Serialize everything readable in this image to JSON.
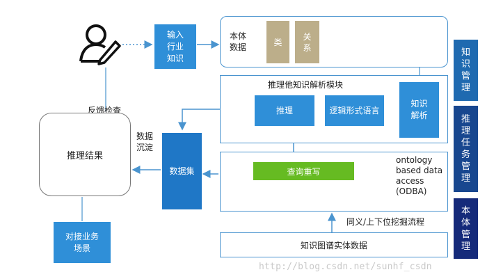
{
  "input_knowledge": "输入\n行业\n知识",
  "ontology": {
    "title": "本体\n数据",
    "class": "类",
    "relation": "关\n系"
  },
  "module": {
    "title": "推理他知识解析模块",
    "reasoning": "推理",
    "logic_language": "逻辑形式语言",
    "knowledge_parsing": "知识\n解析"
  },
  "query_rewrite": "查询重写",
  "odba": "ontology\nbased data\naccess\n(ODBA)",
  "mining_flow": "同义/上下位挖掘流程",
  "kg_entity": "知识图谱实体数据",
  "feedback": "反馈检查",
  "data_deposit": "数据\n沉淀",
  "dataset": "数据集",
  "result": "推理结果",
  "business": "对接业务\n场景",
  "sidebar": {
    "knowledge_mgmt": "知\n识\n管\n理",
    "task_mgmt": "推\n理\n任\n务\n管\n理",
    "ontology_mgmt": "本\n体\n管\n理"
  },
  "watermark": "http://blog.csdn.net/sunhf_csdn",
  "colors": {
    "blue": "#2f8fd8",
    "green": "#66bb22",
    "tan": "#bcae8a",
    "navy1": "#1f6ab0",
    "navy2": "#18478f",
    "navy3": "#152a7a"
  }
}
